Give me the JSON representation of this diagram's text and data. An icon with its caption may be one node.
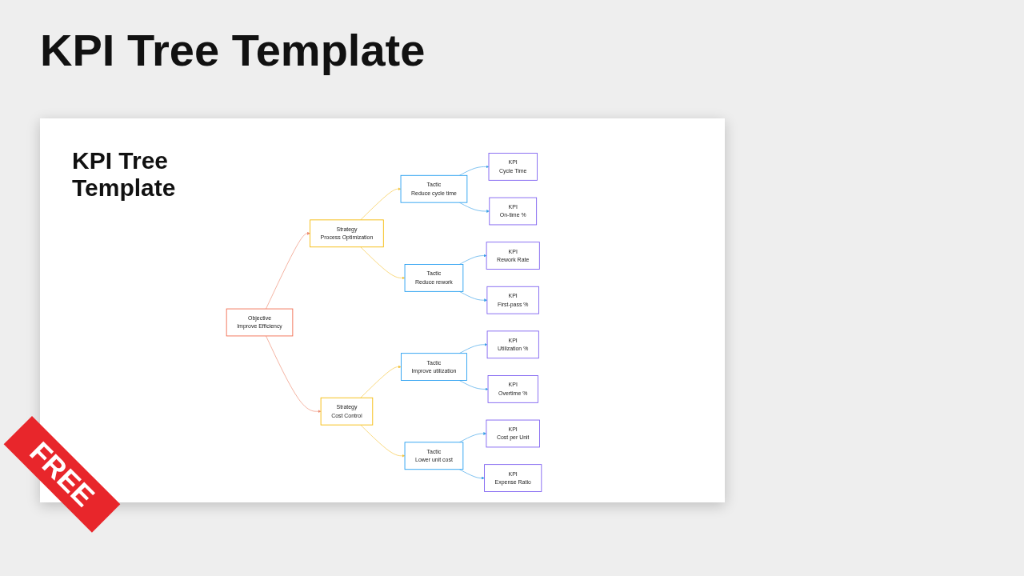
{
  "diagram": {
    "title": "KPI Tree Template",
    "nodes": [
      {
        "text": [
          "Objective",
          "Improve Efficiency"
        ]
      },
      {
        "text": [
          "Strategy",
          "Process Optimization"
        ]
      },
      {
        "text": [
          "Tactic",
          "Reduce cycle time"
        ]
      },
      {
        "text": [
          "KPI",
          "Cycle Time"
        ]
      },
      {
        "text": [
          "KPI",
          "On-time %"
        ]
      },
      {
        "text": [
          "Tactic",
          "Reduce rework"
        ]
      },
      {
        "text": [
          "KPI",
          "Rework Rate"
        ]
      },
      {
        "text": [
          "KPI",
          "First-pass %"
        ]
      },
      {
        "text": [
          "Strategy",
          "Cost Control"
        ]
      },
      {
        "text": [
          "Tactic",
          "Improve utilization"
        ]
      },
      {
        "text": [
          "KPI",
          "Utilization %"
        ]
      },
      {
        "text": [
          "KPI",
          "Overtime %"
        ]
      },
      {
        "text": [
          "Tactic",
          "Lower unit cost"
        ]
      },
      {
        "text": [
          "KPI",
          "Cost per Unit"
        ]
      },
      {
        "text": [
          "KPI",
          "Expense Ratio"
        ]
      }
    ],
    "edges": [
      {
        "from": 0,
        "to": 1,
        "arrow": "to",
        "color": "#ee8a70"
      },
      {
        "from": 0,
        "to": 8,
        "arrow": "to",
        "color": "#ee8a70"
      },
      {
        "from": 1,
        "to": 2,
        "arrow": "to",
        "color": "#f5c43a"
      },
      {
        "from": 1,
        "to": 5,
        "arrow": "to",
        "color": "#f5c43a"
      },
      {
        "from": 2,
        "to": 3,
        "arrow": "to"
      },
      {
        "from": 2,
        "to": 4,
        "arrow": "to"
      },
      {
        "from": 5,
        "to": 6,
        "arrow": "to"
      },
      {
        "from": 5,
        "to": 7,
        "arrow": "to"
      },
      {
        "from": 8,
        "to": 9,
        "arrow": "to",
        "color": "#f5c43a"
      },
      {
        "from": 8,
        "to": 12,
        "arrow": "to",
        "color": "#f5c43a"
      },
      {
        "from": 9,
        "to": 10,
        "arrow": "to"
      },
      {
        "from": 9,
        "to": 11,
        "arrow": "to"
      },
      {
        "from": 12,
        "to": 13,
        "arrow": "to"
      },
      {
        "from": 12,
        "to": 14,
        "arrow": "to"
      }
    ],
    "labels": [
      "KPI Tree Template",
      "FREE"
    ]
  }
}
